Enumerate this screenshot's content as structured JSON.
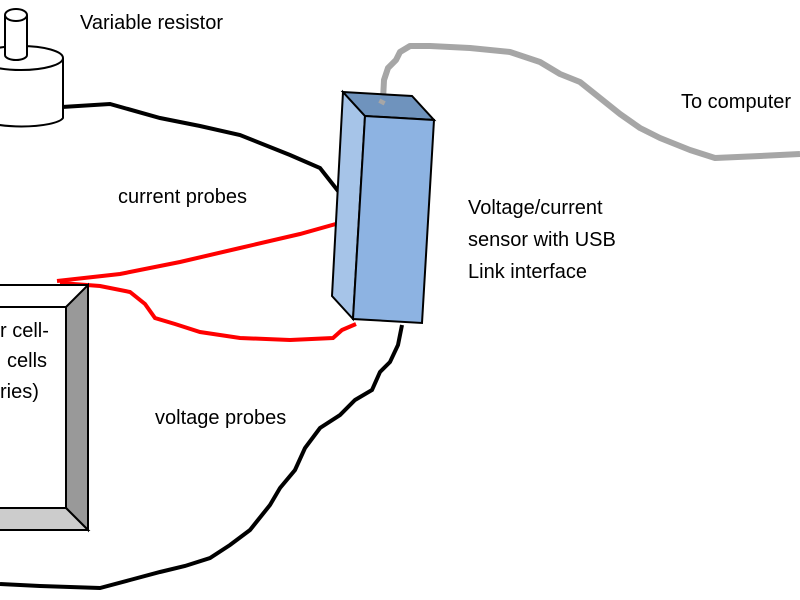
{
  "labels": {
    "variable_resistor": "Variable resistor",
    "to_computer": "To computer",
    "current_probes": "current probes",
    "voltage_probes": "voltage probes",
    "sensor_line1": "Voltage/current",
    "sensor_line2": "sensor with USB",
    "sensor_line3": "Link interface",
    "cell_line1": "r cell-",
    "cell_line2": "cells",
    "cell_line3": "ries)"
  },
  "colors": {
    "sensor_front": "#8DB3E2",
    "sensor_side": "#A6C4E8",
    "sensor_top": "#6F93BD",
    "current_probe_wire": "#FF0000",
    "voltage_probe_wire": "#000000",
    "usb_cable": "#A6A6A6"
  }
}
